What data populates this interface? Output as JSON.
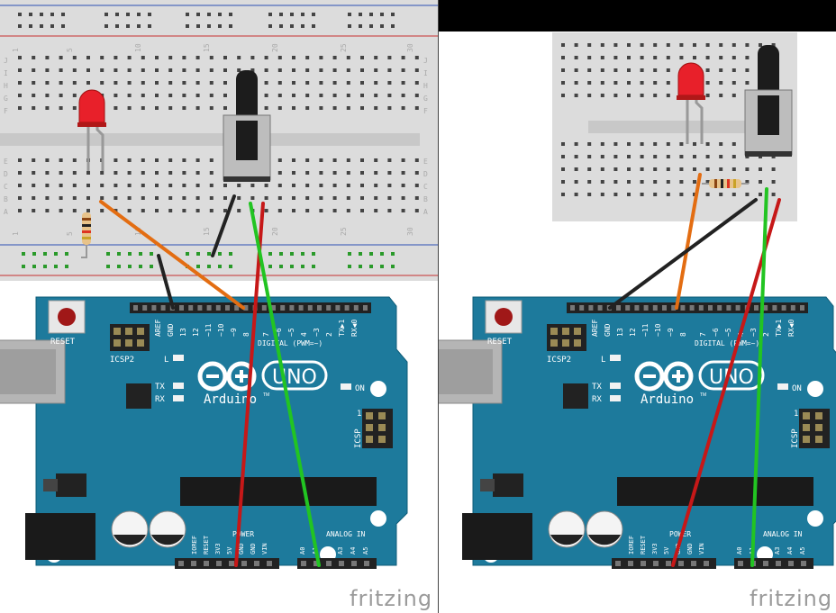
{
  "credit": "fritzing",
  "board": {
    "brand": "Arduino",
    "model": "UNO",
    "tm": "TM",
    "reset": "RESET",
    "icsp2": "ICSP2",
    "icsp": "ICSP",
    "led_l": "L",
    "tx": "TX",
    "rx": "RX",
    "on": "ON",
    "digital": "DIGITAL (PWM=~)",
    "power": "POWER",
    "analog": "ANALOG IN",
    "aref": "AREF",
    "gnd": "GND",
    "digital_pins": [
      "13",
      "12",
      "~11",
      "~10",
      "~9",
      "8",
      "7",
      "~6",
      "~5",
      "4",
      "~3",
      "2",
      "TX▶1",
      "RX◀0"
    ],
    "power_pins": [
      "IOREF",
      "RESET",
      "3V3",
      "5V",
      "GND",
      "GND",
      "VIN"
    ],
    "analog_pins": [
      "A0",
      "A1",
      "A2",
      "A3",
      "A4",
      "A5"
    ],
    "icsp_num": "1"
  },
  "breadboard": {
    "columns": [
      "1",
      "5",
      "10",
      "15",
      "20",
      "25",
      "30"
    ],
    "rows_top": [
      "J",
      "I",
      "H",
      "G",
      "F"
    ],
    "rows_bottom": [
      "E",
      "D",
      "C",
      "B",
      "A"
    ]
  },
  "colors": {
    "board": "#1d7a9c",
    "board_dark": "#0f5c78",
    "breadboard": "#dcdcdc",
    "wire_orange": "#e36d12",
    "wire_black": "#222222",
    "wire_red": "#c61818",
    "wire_green": "#22c422",
    "led_red": "#e8202a"
  }
}
